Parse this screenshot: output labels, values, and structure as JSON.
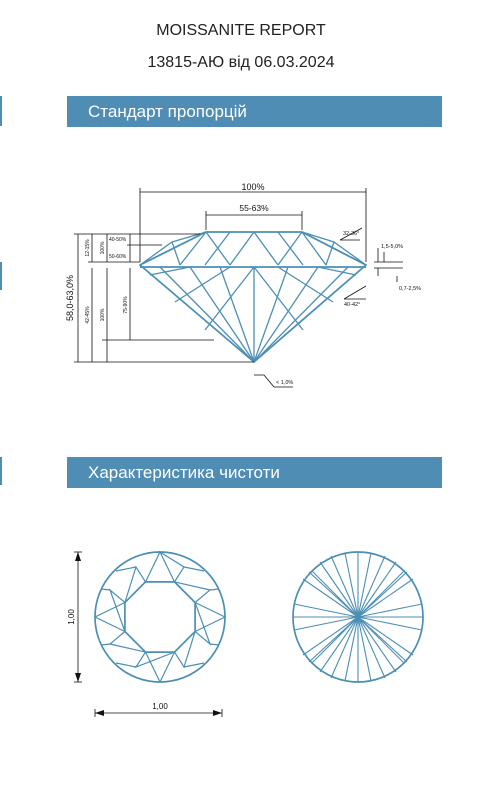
{
  "header": {
    "title": "MOISSANITE REPORT",
    "subtitle": "13815-АЮ від 06.03.2024"
  },
  "sections": {
    "proportions": "Стандарт пропорцій",
    "clarity": "Характеристика чистоти"
  },
  "diagram_labels": {
    "total_width": "100%",
    "table_width": "55-63%",
    "crown_angle": "32-36°",
    "girdle": "1,5-5,0%",
    "girdle_thin": "0,7-2,5%",
    "pavilion_angle": "40-42°",
    "culet": "< 1,0%",
    "total_depth": "58,0-63,0%",
    "crown_height": "12-15%",
    "crown_100": "100%",
    "star_length": "40-50%",
    "lower_half": "50-60%",
    "pavilion_depth": "42-45%",
    "pavilion_100": "100%",
    "lower_girdle": "75-90%",
    "height_dim": "1,00",
    "width_dim": "1,00"
  },
  "colors": {
    "accent": "#4f8db5",
    "lines": "#4b8fb4"
  }
}
